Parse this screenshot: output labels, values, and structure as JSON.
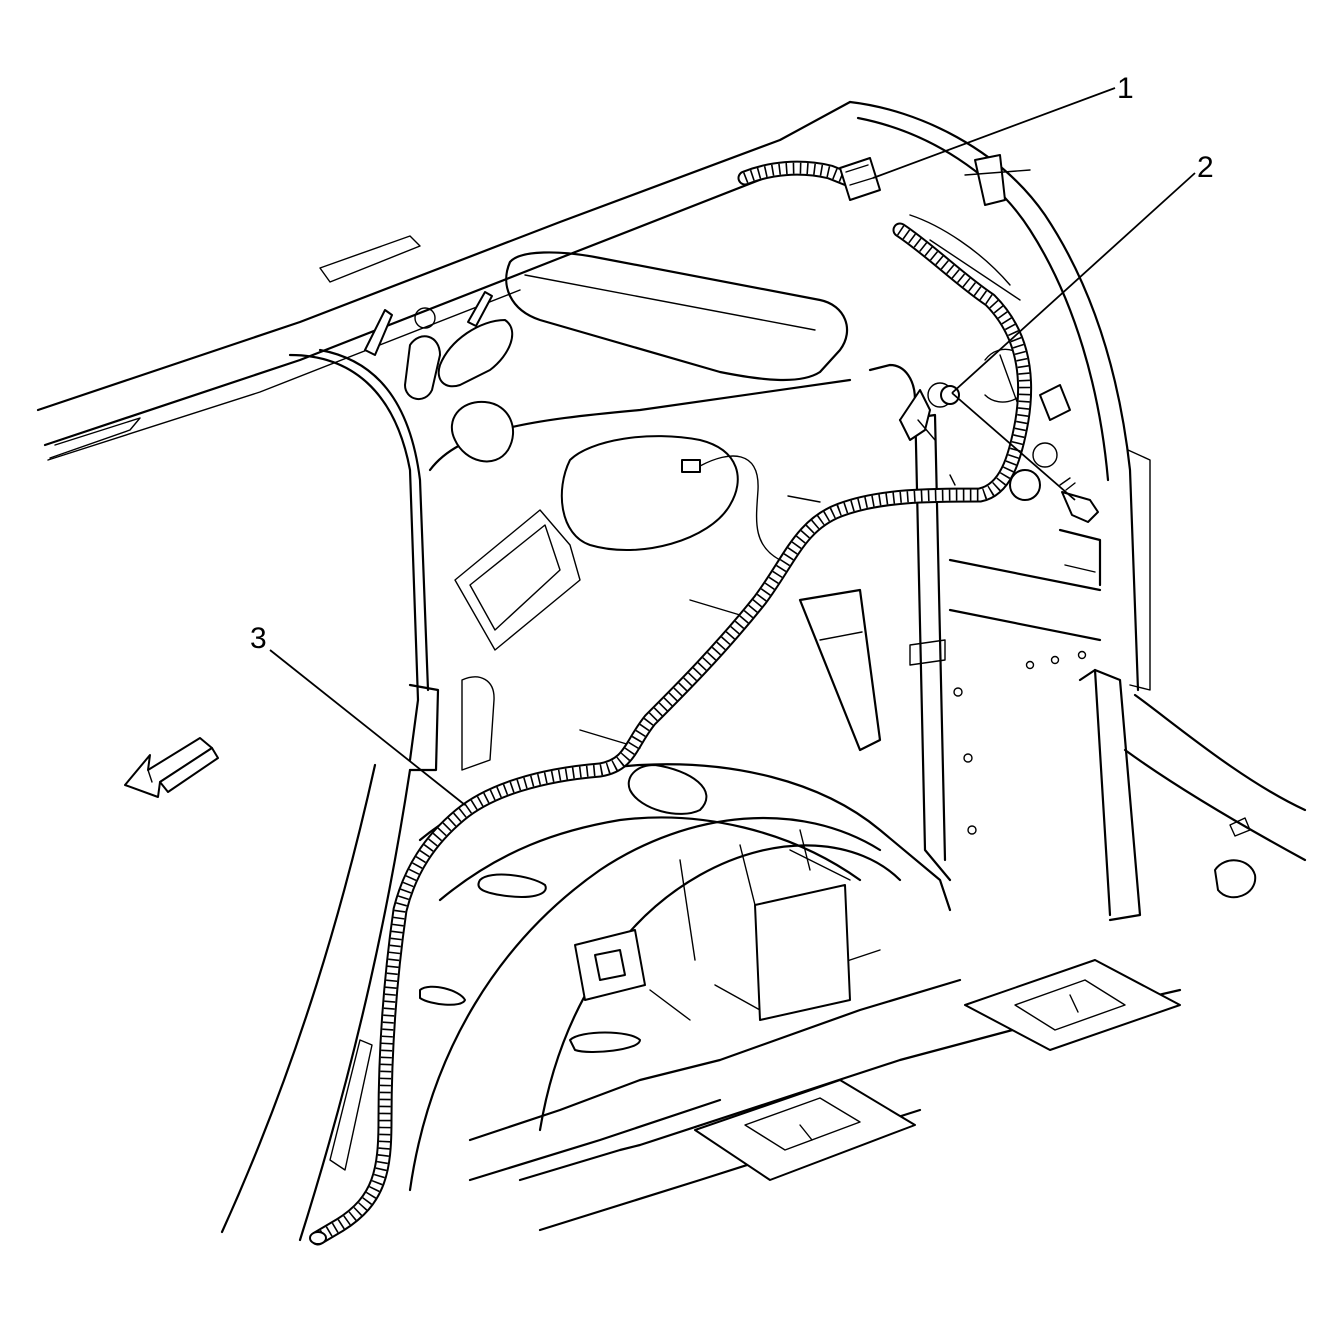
{
  "diagram": {
    "callouts": [
      {
        "id": "1",
        "label": "1",
        "target": "harness-connector"
      },
      {
        "id": "2",
        "label": "2",
        "target": "ground-bolt"
      },
      {
        "id": "3",
        "label": "3",
        "target": "wiring-harness"
      }
    ],
    "icons": {
      "direction_arrow": "front-direction-arrow-icon"
    },
    "colors": {
      "line": "#000000",
      "background": "#ffffff"
    }
  }
}
